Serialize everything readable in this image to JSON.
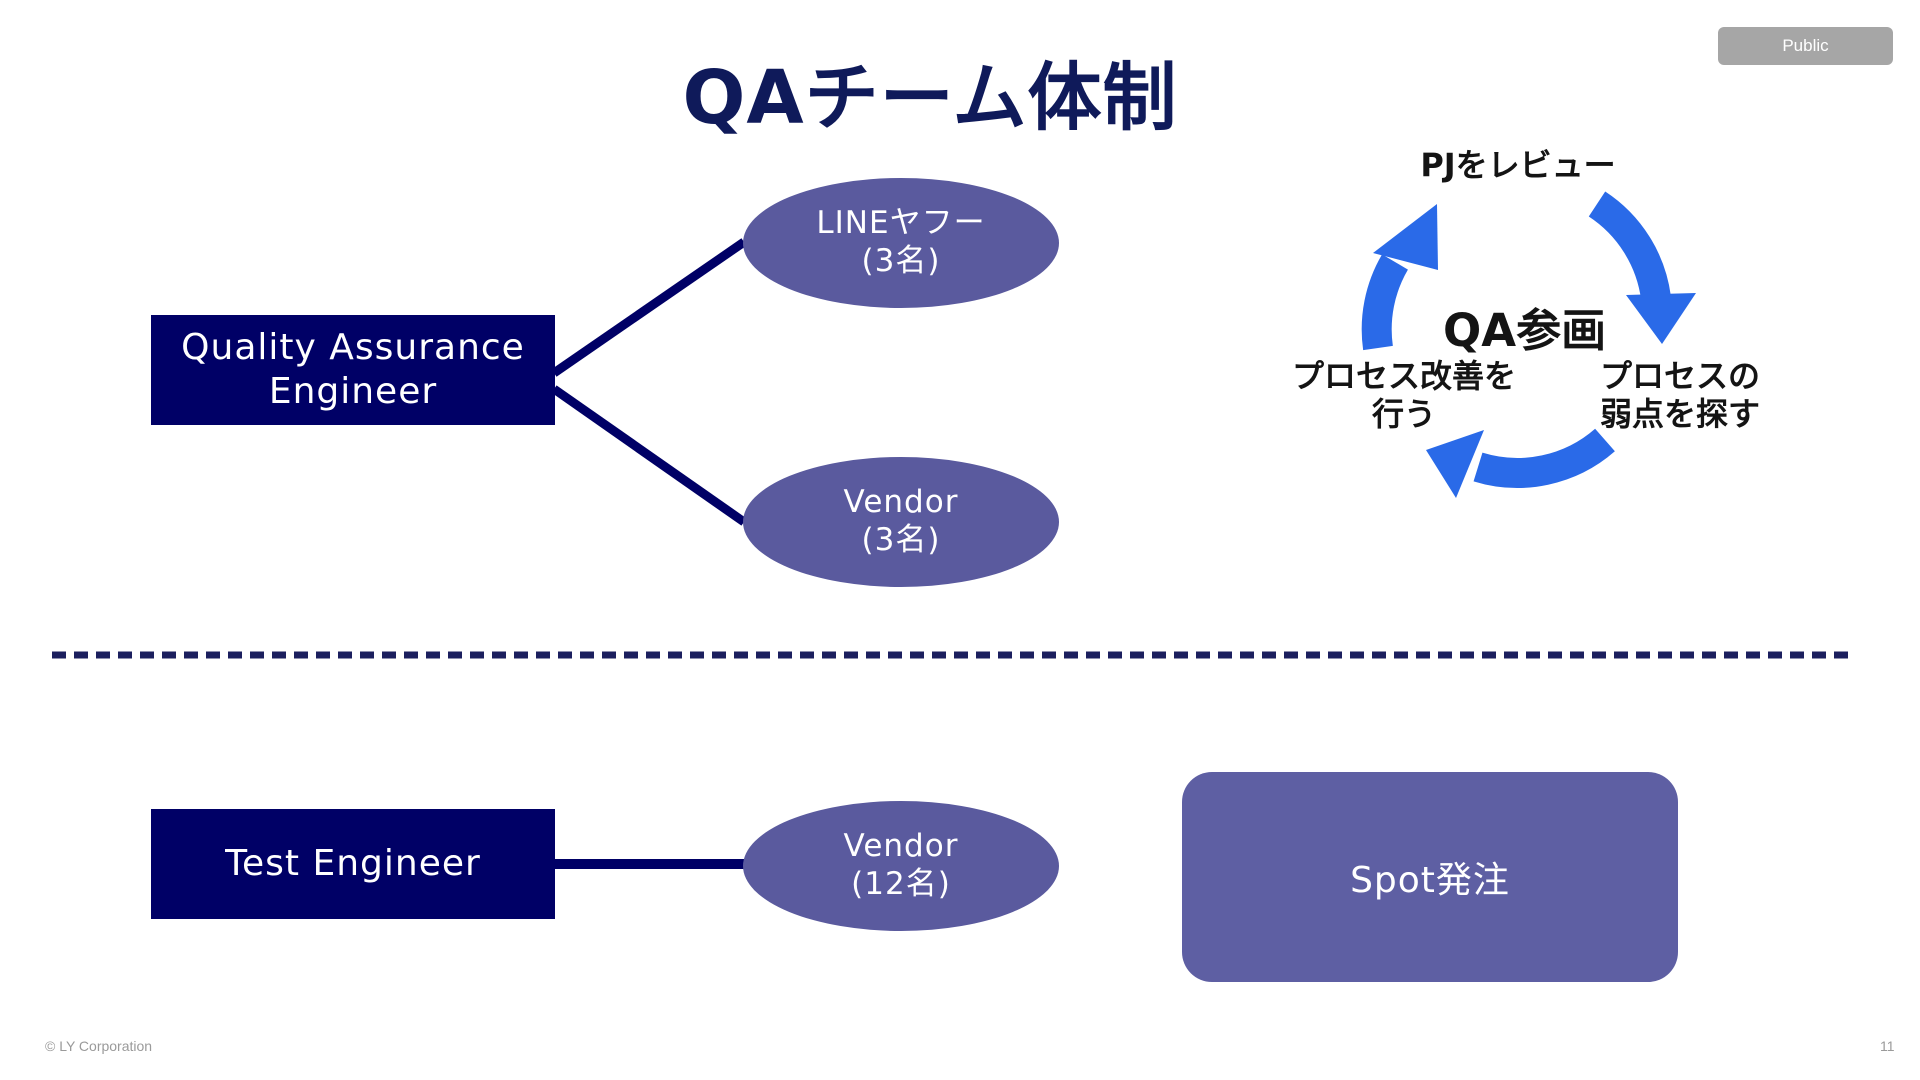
{
  "badge": {
    "label": "Public"
  },
  "title": "QAチーム体制",
  "qa": {
    "box_line1": "Quality Assurance",
    "box_line2": "Engineer",
    "members": [
      {
        "name": "LINEヤフー",
        "count": "(3名)"
      },
      {
        "name": "Vendor",
        "count": "(3名)"
      }
    ]
  },
  "cycle": {
    "center": "QA参画",
    "top": "PJをレビュー",
    "right_line1": "プロセスの",
    "right_line2": "弱点を探す",
    "left_line1": "プロセス改善を",
    "left_line2": "行う",
    "arrow_color": "#2a6ae8"
  },
  "test": {
    "box_label": "Test Engineer",
    "member": {
      "name": "Vendor",
      "count": "(12名)"
    },
    "spot_label": "Spot発注"
  },
  "footer": {
    "copyright": "© LY Corporation",
    "page": "11"
  },
  "colors": {
    "title": "#0f1a5a",
    "box": "#000066",
    "ellipse": "#5a5a9e",
    "spot_box": "#5e5fa3",
    "divider": "#1b1f5e"
  }
}
